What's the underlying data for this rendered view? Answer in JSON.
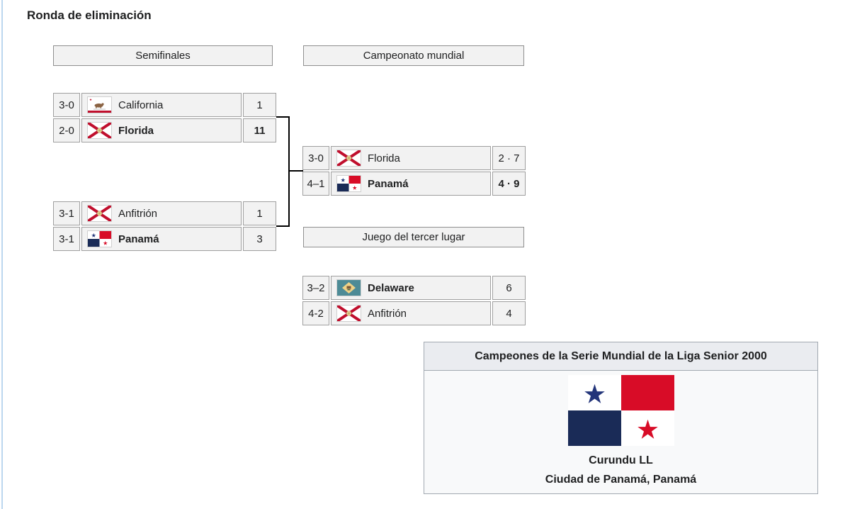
{
  "page": {
    "title": "Ronda de eliminación"
  },
  "bracket": {
    "round_headers": {
      "semifinals": "Semifinales",
      "final": "Campeonato mundial",
      "third_place": "Juego del tercer lugar"
    },
    "matches": {
      "semifinal_1": {
        "rows": [
          {
            "record": "3-0",
            "flag": "california-flag",
            "team": "California",
            "score": "1",
            "team_bold": false,
            "score_bold": false
          },
          {
            "record": "2-0",
            "flag": "florida-flag",
            "team": "Florida",
            "score": "11",
            "team_bold": true,
            "score_bold": true
          }
        ]
      },
      "semifinal_2": {
        "rows": [
          {
            "record": "3-1",
            "flag": "florida-flag",
            "team": "Anfitrión",
            "score": "1",
            "team_bold": false,
            "score_bold": false
          },
          {
            "record": "3-1",
            "flag": "panama-flag",
            "team": "Panamá",
            "score": "3",
            "team_bold": true,
            "score_bold": false
          }
        ]
      },
      "final": {
        "rows": [
          {
            "record": "3-0",
            "flag": "florida-flag",
            "team": "Florida",
            "score": "2 · 7",
            "team_bold": false,
            "score_bold": false
          },
          {
            "record": "4–1",
            "flag": "panama-flag",
            "team": "Panamá",
            "score": "4 · 9",
            "team_bold": true,
            "score_bold": true
          }
        ]
      },
      "third_place": {
        "rows": [
          {
            "record": "3–2",
            "flag": "delaware-flag",
            "team": "Delaware",
            "score": "6",
            "team_bold": true,
            "score_bold": false
          },
          {
            "record": "4-2",
            "flag": "florida-flag",
            "team": "Anfitrión",
            "score": "4",
            "team_bold": false,
            "score_bold": false
          }
        ]
      }
    }
  },
  "champion_box": {
    "header": "Campeones de la Serie Mundial de la Liga Senior 2000",
    "flag": "panama-flag",
    "team": "Curundu LL",
    "location": "Ciudad de Panamá, Panamá"
  },
  "colors": {
    "cell_background": "#f2f2f2",
    "cell_border": "#9f9f9f",
    "connector": "#000000",
    "champion_header_background": "#eaecf0",
    "champion_body_background": "#f8f9fa",
    "left_rule_blue": "#bcd7ef",
    "panama_red": "#d80c27",
    "panama_navy": "#1a2b57"
  }
}
